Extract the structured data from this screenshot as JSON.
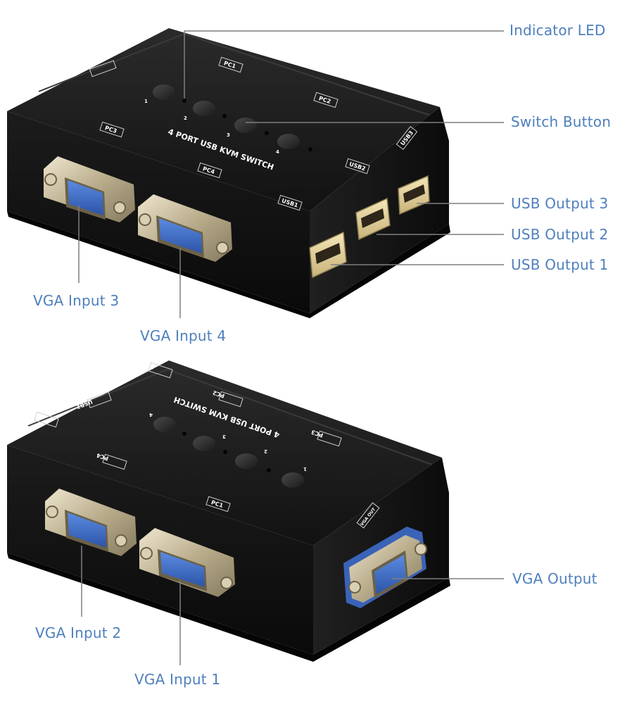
{
  "callouts": {
    "indicator_led": "Indicator LED",
    "switch_button": "Switch Button",
    "usb_output_3": "USB Output 3",
    "usb_output_2": "USB Output 2",
    "usb_output_1": "USB Output 1",
    "vga_input_3": "VGA Input 3",
    "vga_input_4": "VGA Input 4",
    "vga_output": "VGA Output",
    "vga_input_2": "VGA Input 2",
    "vga_input_1": "VGA Input 1"
  },
  "device_labels": {
    "title": "4 PORT USB KVM SWITCH",
    "pc1": "PC1",
    "pc2": "PC2",
    "pc3": "PC3",
    "pc4": "PC4",
    "usb1": "USB1",
    "usb2": "USB2",
    "usb3": "USB3",
    "vga_out": "VGA OUT",
    "n1": "1",
    "n2": "2",
    "n3": "3",
    "n4": "4"
  },
  "colors": {
    "callout_text": "#4e7fbd",
    "leader_line": "#7f7f7f",
    "device_body": "#151515",
    "vga_connector": "#3a63b8"
  }
}
